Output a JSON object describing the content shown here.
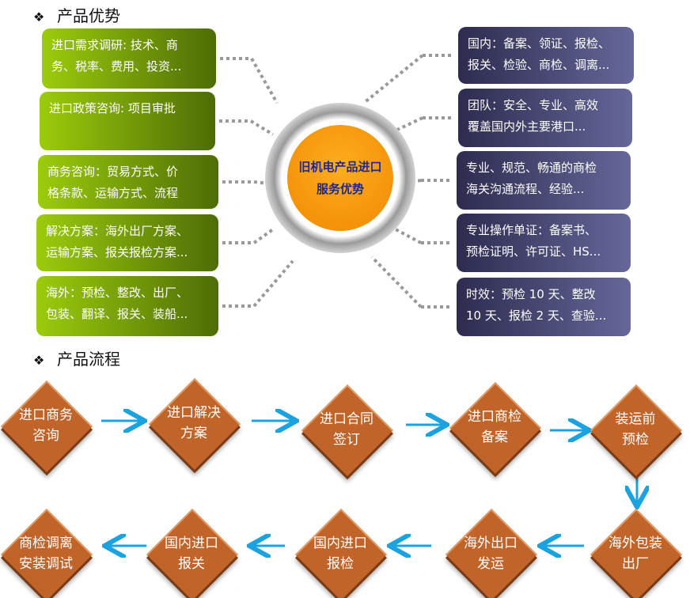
{
  "sections": {
    "advantages": "产品优势",
    "process": "产品流程"
  },
  "center": {
    "line1": "旧机电产品进口",
    "line2": "服务优势"
  },
  "left_boxes": [
    [
      "进口需求调研: 技术、商",
      "务、税率、费用、投资..."
    ],
    [
      "进口政策咨询: 项目审批",
      ""
    ],
    [
      "商务咨询：贸易方式、价",
      "格条款、运输方式、流程"
    ],
    [
      "解决方案：海外出厂方案、",
      "运输方案、报关报检方案..."
    ],
    [
      "海外：预检、整改、出厂、",
      "包装、翻译、报关、装船..."
    ]
  ],
  "right_boxes": [
    [
      "国内：备案、领证、报检、",
      "报关、检验、商检、调离..."
    ],
    [
      "团队：安全、专业、高效",
      "覆盖国内外主要港口..."
    ],
    [
      "专业、规范、畅通的商检",
      "海关沟通流程、经验..."
    ],
    [
      "专业操作单证：备案书、",
      "预检证明、许可证、HS..."
    ],
    [
      "时效：预检 10 天、整改",
      "10 天、报检 2 天、查验..."
    ]
  ],
  "steps": [
    [
      "进口商务",
      "咨询"
    ],
    [
      "进口解决",
      "方案"
    ],
    [
      "进口合同",
      "签订"
    ],
    [
      "进口商检",
      "备案"
    ],
    [
      "装运前",
      "预检"
    ],
    [
      "海外包装",
      "出厂"
    ],
    [
      "海外出口",
      "发运"
    ],
    [
      "国内进口",
      "报检"
    ],
    [
      "国内进口",
      "报关"
    ],
    [
      "商检调离",
      "安装调试"
    ]
  ],
  "colors": {
    "arrow": "#1aa3e0",
    "step": "#c0642a"
  }
}
